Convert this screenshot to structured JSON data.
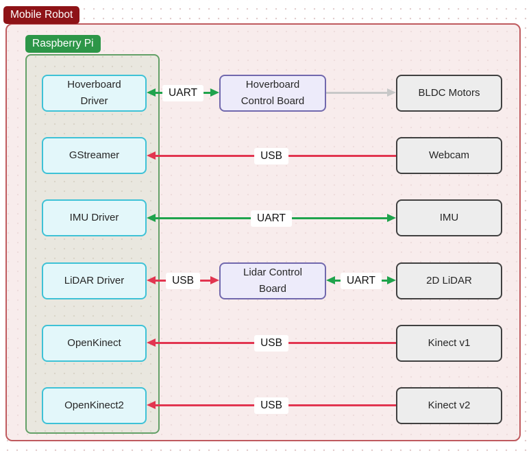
{
  "diagram": {
    "title": "Mobile Robot",
    "subsystem": "Raspberry Pi"
  },
  "colors": {
    "uart_green": "#1fa34c",
    "usb_red": "#e23550",
    "plain_gray": "#c8c8c8",
    "outer_border": "#bf5a5e",
    "title_badge_bg": "#8e1317",
    "subsystem_badge_bg": "#2d9648",
    "pi_node_bg": "#e3f7fa",
    "pi_node_border": "#3ec2d6",
    "controller_node_bg": "#edebfa",
    "controller_node_border": "#7168ad",
    "device_node_bg": "#ededed",
    "device_node_border": "#404040"
  },
  "nodes": {
    "pi": [
      {
        "label": "Hoverboard Driver"
      },
      {
        "label": "GStreamer"
      },
      {
        "label": "IMU Driver"
      },
      {
        "label": "LiDAR Driver"
      },
      {
        "label": "OpenKinect"
      },
      {
        "label": "OpenKinect2"
      }
    ],
    "controllers": [
      {
        "label": "Hoverboard Control Board"
      },
      {
        "label": "Lidar Control Board"
      }
    ],
    "devices": [
      {
        "label": "BLDC Motors"
      },
      {
        "label": "Webcam"
      },
      {
        "label": "IMU"
      },
      {
        "label": "2D LiDAR"
      },
      {
        "label": "Kinect v1"
      },
      {
        "label": "Kinect v2"
      }
    ]
  },
  "edges": [
    {
      "from": "Hoverboard Driver",
      "to": "Hoverboard Control Board",
      "label": "UART",
      "direction": "both",
      "color": "#1fa34c"
    },
    {
      "from": "Hoverboard Control Board",
      "to": "BLDC Motors",
      "label": "",
      "direction": "right",
      "color": "#c8c8c8"
    },
    {
      "from": "Webcam",
      "to": "GStreamer",
      "label": "USB",
      "direction": "left",
      "color": "#e23550"
    },
    {
      "from": "IMU Driver",
      "to": "IMU",
      "label": "UART",
      "direction": "both",
      "color": "#1fa34c"
    },
    {
      "from": "LiDAR Driver",
      "to": "Lidar Control Board",
      "label": "USB",
      "direction": "both",
      "color": "#e23550"
    },
    {
      "from": "Lidar Control Board",
      "to": "2D LiDAR",
      "label": "UART",
      "direction": "both",
      "color": "#1fa34c"
    },
    {
      "from": "Kinect v1",
      "to": "OpenKinect",
      "label": "USB",
      "direction": "left",
      "color": "#e23550"
    },
    {
      "from": "Kinect v2",
      "to": "OpenKinect2",
      "label": "USB",
      "direction": "left",
      "color": "#e23550"
    }
  ]
}
